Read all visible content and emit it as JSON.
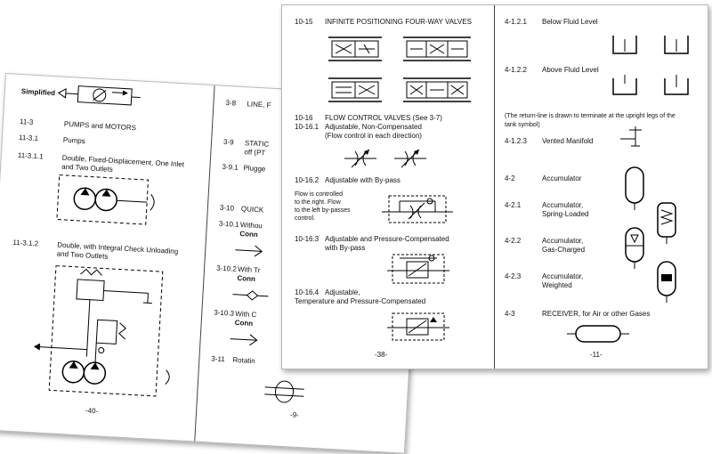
{
  "back_page": {
    "left_column": {
      "header": "Simplified",
      "items": [
        {
          "num": "11-3",
          "title": "PUMPS and MOTORS"
        },
        {
          "num": "11-3.1",
          "title": "Pumps"
        },
        {
          "num": "11-3.1.1",
          "title_line1": "Double, Fixed-Displacement, One Inlet",
          "title_line2": "and Two Outlets"
        },
        {
          "num": "11-3.1.2",
          "title_line1": "Double, with Integral Check Unloading",
          "title_line2": "and Two Outlets"
        }
      ],
      "page_number": "-40-"
    },
    "right_column": {
      "items": [
        {
          "num": "3-8",
          "title": "LINE, F"
        },
        {
          "num": "3-9",
          "title": "STATIC",
          "title_line2": "off (PT"
        },
        {
          "num": "3-9.1",
          "title": "Plugge"
        },
        {
          "num": "3-10",
          "title": "QUICK"
        },
        {
          "num": "3-10.1",
          "title": "Withou",
          "title_line2": "Conn"
        },
        {
          "num": "3-10.2",
          "title": "With Tr",
          "title_line2": "Conn"
        },
        {
          "num": "3-10.3",
          "title": "With C",
          "title_line2": "Conn"
        },
        {
          "num": "3-11",
          "title": "Rotatin"
        }
      ],
      "page_number": "-9-"
    }
  },
  "front_page": {
    "left_column": {
      "items": [
        {
          "num": "10-15",
          "title": "INFINITE POSITIONING FOUR-WAY VALVES"
        },
        {
          "num": "10-16",
          "title": "FLOW CONTROL VALVES (See 3-7)"
        },
        {
          "num": "10-16.1",
          "title_line1": "Adjustable, Non-Compensated",
          "title_line2": "(Flow control in each direction)"
        },
        {
          "num": "10-16.2",
          "title": "Adjustable with By-pass"
        },
        {
          "num": "10-16.3",
          "title_line1": "Adjustable and Pressure-Compensated",
          "title_line2": "with By-pass"
        },
        {
          "num": "10-16.4",
          "title_line1": "Adjustable,",
          "title_line2": "Temperature and Pressure-Compensated"
        }
      ],
      "note_lines": [
        "Flow is controlled",
        "to the right. Flow",
        "to the left by-passes",
        "control."
      ],
      "page_number": "-38-"
    },
    "right_column": {
      "items": [
        {
          "num": "4-1.2.1",
          "title": "Below Fluid Level"
        },
        {
          "num": "4-1.2.2",
          "title": "Above Fluid Level"
        },
        {
          "num": "4-1.2.3",
          "title": "Vented Manifold"
        },
        {
          "num": "4-2",
          "title": "Accumulator"
        },
        {
          "num": "4-2.1",
          "title_line1": "Accumulator,",
          "title_line2": "Spring-Loaded"
        },
        {
          "num": "4-2.2",
          "title_line1": "Accumulator,",
          "title_line2": "Gas-Charged"
        },
        {
          "num": "4-2.3",
          "title_line1": "Accumulator,",
          "title_line2": "Weighted"
        },
        {
          "num": "4-3",
          "title": "RECEIVER, for Air or other Gases"
        }
      ],
      "note_line1": "(The return-line is drawn to terminate at the upright legs of the",
      "note_line2": "tank symbol)",
      "page_number": "-11-"
    }
  }
}
